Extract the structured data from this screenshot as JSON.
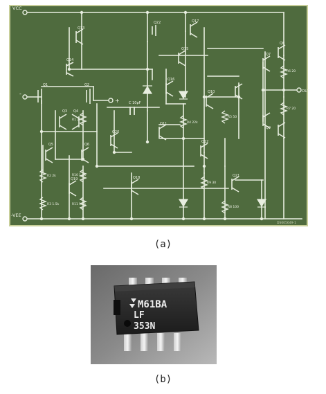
{
  "figure_a": {
    "caption": "(a)",
    "rails": {
      "top": "VCC",
      "bottom": "-VEE"
    },
    "terminals": {
      "inverting": "-",
      "noninverting": "+",
      "output": "OUT"
    },
    "transistors": [
      "Q1",
      "Q2",
      "Q3",
      "Q4",
      "Q5",
      "Q6",
      "Q7",
      "Q8",
      "Q9",
      "Q10",
      "Q11",
      "Q12",
      "Q13",
      "Q14",
      "Q15",
      "Q16",
      "Q17",
      "Q18",
      "Q19",
      "Q20",
      "Q21",
      "Q22"
    ],
    "components": {
      "cap": "C 10pF",
      "r1": "R1 2k",
      "r2": "R2 2k",
      "r3": "R3 1.5k",
      "r4": "R4 22k",
      "r5": "R5 50",
      "r6": "R6 20",
      "r7": "R7 20",
      "r8": "R8 100",
      "r9": "R9 30",
      "r10": "R10 1.5k",
      "r11": "R11 1.5k"
    },
    "ref": "DS005649-1"
  },
  "figure_b": {
    "caption": "(b)",
    "chip_line1": "M61BA",
    "chip_line2": "LF",
    "chip_line3": "353N"
  }
}
